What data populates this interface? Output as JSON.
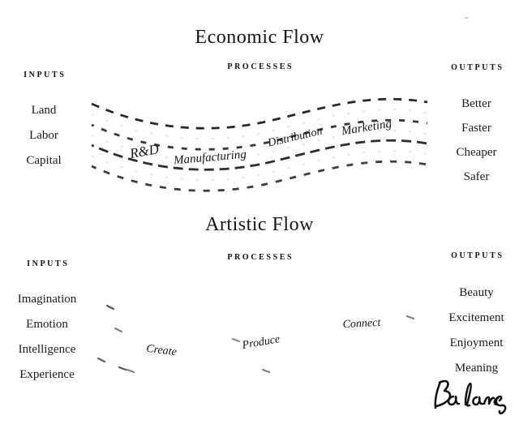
{
  "colors": {
    "ink": "#1a1a1a",
    "paper": "#ffffff"
  },
  "economic": {
    "title": "Economic Flow",
    "headers": {
      "inputs": "INPUTS",
      "processes": "PROCESSES",
      "outputs": "OUTPUTS"
    },
    "inputs": [
      "Land",
      "Labor",
      "Capital"
    ],
    "processes": [
      "R&D",
      "Manufacturing",
      "Distribution",
      "Marketing"
    ],
    "outputs": [
      "Better",
      "Faster",
      "Cheaper",
      "Safer"
    ]
  },
  "artistic": {
    "title": "Artistic Flow",
    "headers": {
      "inputs": "INPUTS",
      "processes": "PROCESSES",
      "outputs": "OUTPUTS"
    },
    "inputs": [
      "Imagination",
      "Emotion",
      "Intelligence",
      "Experience"
    ],
    "processes": [
      "Create",
      "Produce",
      "Connect"
    ],
    "outputs": [
      "Beauty",
      "Excitement",
      "Enjoyment",
      "Meaning"
    ]
  },
  "signature": {
    "text": "Balance"
  }
}
